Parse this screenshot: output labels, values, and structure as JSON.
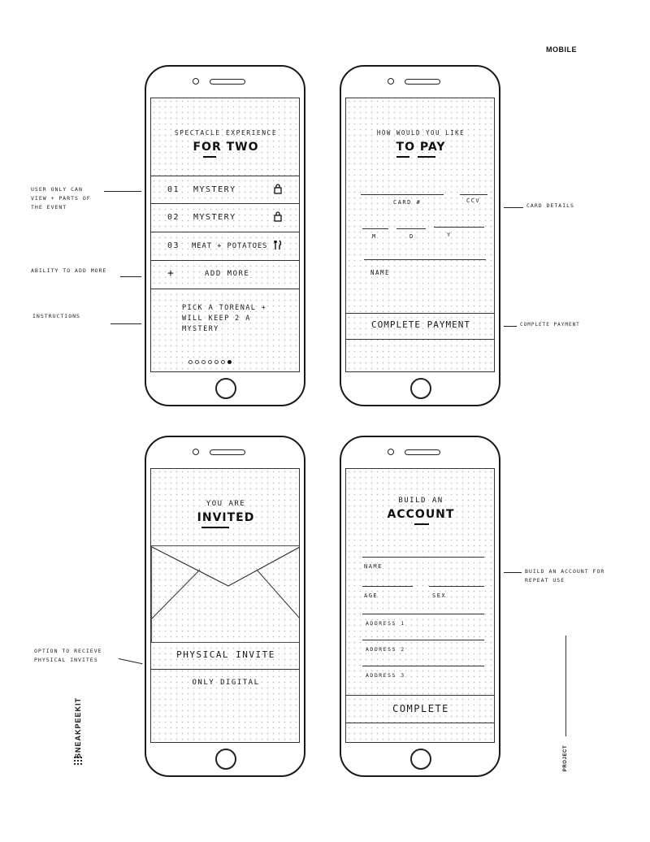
{
  "page_label": "MOBILE",
  "brand": "SNEAKPEEKIT",
  "project_label": "PROJECT",
  "screen1": {
    "subtitle": "SPECTACLE EXPERIENCE",
    "title": "FOR TWO",
    "rows": [
      {
        "num": "01",
        "label": "MYSTERY",
        "icon": "lock-icon"
      },
      {
        "num": "02",
        "label": "MYSTERY",
        "icon": "lock-icon"
      },
      {
        "num": "03",
        "label": "MEAT + POTATOES",
        "icon": "cutlery-icon"
      }
    ],
    "add_icon": "+",
    "add_label": "ADD MORE",
    "instructions": "PICK A TORENAL + WILL KEEP 2 A MYSTERY",
    "page_count": 7,
    "active_page": 7
  },
  "screen2": {
    "subtitle": "HOW WOULD YOU LIKE",
    "title": "TO PAY",
    "card_label": "CARD #",
    "ccv_label": "CCV",
    "m_label": "M",
    "d_label": "D",
    "y_label": "Y",
    "name_label": "NAME",
    "button": "COMPLETE PAYMENT"
  },
  "screen3": {
    "subtitle": "YOU ARE",
    "title": "INVITED",
    "physical": "PHYSICAL INVITE",
    "digital": "ONLY DIGITAL"
  },
  "screen4": {
    "subtitle": "BUILD AN",
    "title": "ACCOUNT",
    "name_label": "NAME",
    "age_label": "AGE",
    "sex_label": "SEX",
    "address1": "ADDRESS 1",
    "address2": "ADDRESS 2",
    "address3": "ADDRESS 3",
    "button": "COMPLETE"
  },
  "notes": {
    "user_only": "USER ONLY CAN VIEW + PARTS OF THE EVENT",
    "ability": "ABILITY TO ADD MORE",
    "instructions": "INSTRUCTIONS",
    "card_details": "CARD DETAILS",
    "complete_payment": "COMPLETE PAYMENT",
    "option": "OPTION TO RECIEVE PHYSICAL INVITES",
    "build_account": "BUILD AN ACCOUNT FOR REPEAT USE"
  }
}
